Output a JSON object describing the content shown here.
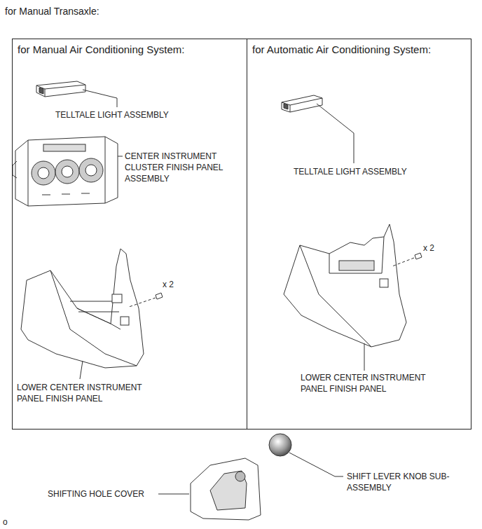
{
  "diagram": {
    "title": "for Manual Transaxle:",
    "nodes": [
      {
        "text": [
          "for Manual Air Conditioning System:"
        ]
      },
      {
        "text": [
          "for Automatic Air Conditioning System:"
        ]
      }
    ],
    "labels": [
      "TELLTALE LIGHT ASSEMBLY",
      "CENTER INSTRUMENT CLUSTER FINISH PANEL ASSEMBLY",
      "x 2",
      "LOWER CENTER INSTRUMENT PANEL FINISH PANEL",
      "TELLTALE LIGHT ASSEMBLY",
      "x 2",
      "LOWER CENTER INSTRUMENT PANEL FINISH PANEL",
      "SHIFT LEVER KNOB SUB-ASSEMBLY",
      "SHIFTING HOLE COVER",
      "o"
    ]
  }
}
